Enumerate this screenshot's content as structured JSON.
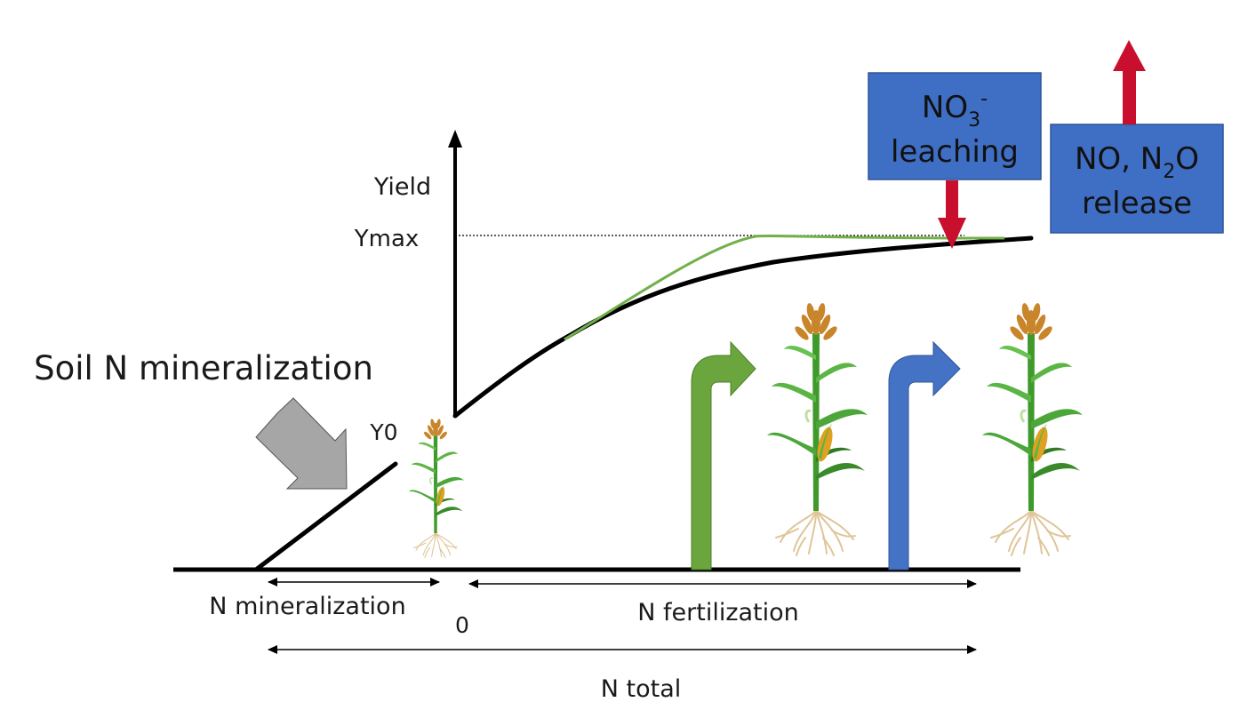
{
  "labels": {
    "yield": "Yield",
    "ymax": "Ymax",
    "y0": "Y0",
    "soil_n_mineralization": "Soil N mineralization",
    "n_mineralization": "N mineralization",
    "n_fertilization": "N fertilization",
    "zero": "0",
    "n_total": "N total"
  },
  "boxes": {
    "leaching": {
      "formula_base": "NO",
      "formula_sub": "3",
      "formula_sup": "-",
      "line2": "leaching"
    },
    "release": {
      "line1_a": "NO, N",
      "line1_sub": "2",
      "line1_b": "O",
      "line2": "release"
    }
  },
  "colors": {
    "box_fill": "#3f6fc4",
    "red_arrow": "#c8102e",
    "green_curve": "#72b04a",
    "green_arrow": "#6aa53d",
    "blue_arrow": "#4472c4",
    "gray_arrow": "#a6a6a6",
    "axis": "#000000",
    "stalk": "#3f9a2b",
    "tassel": "#c9852a",
    "ear": "#e0a020",
    "roots": "#e0c59a"
  },
  "icons": [
    "maize-plant-small-icon",
    "maize-plant-large-icon",
    "maize-plant-large-icon"
  ]
}
